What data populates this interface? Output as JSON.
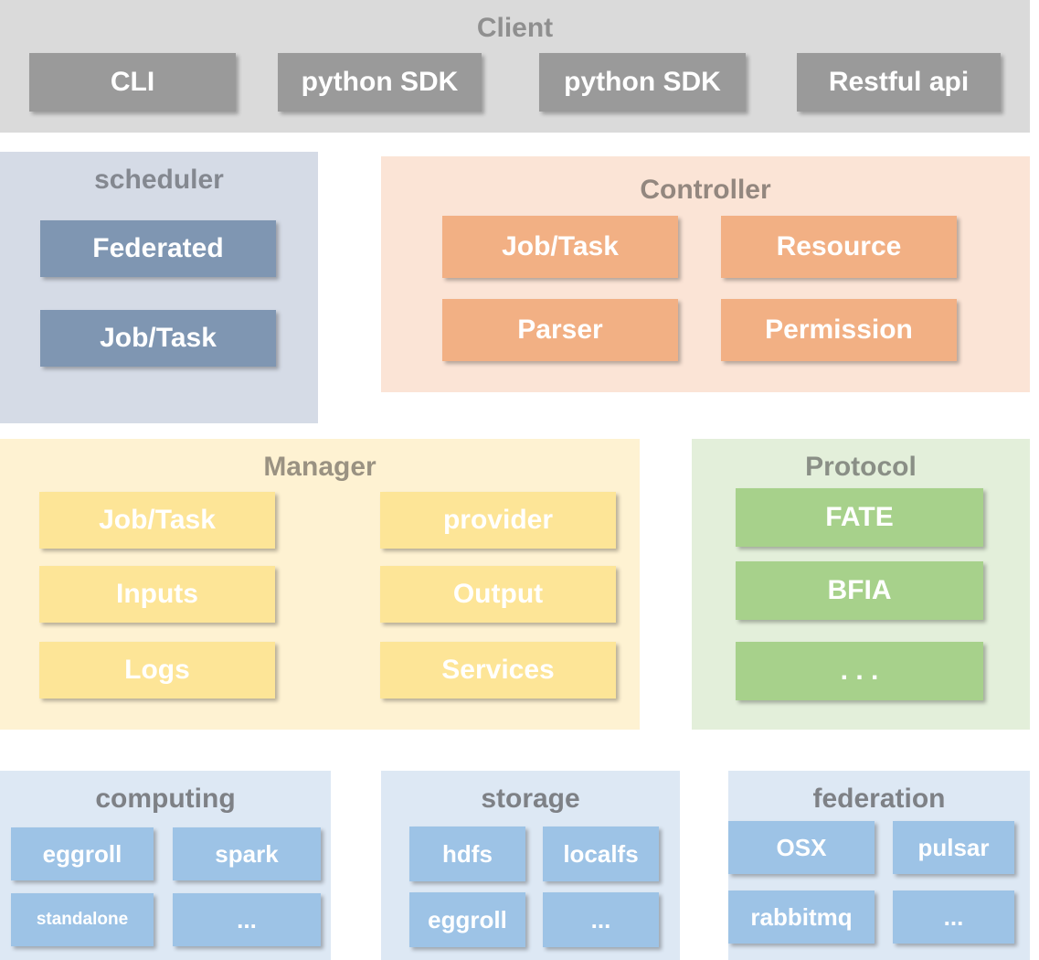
{
  "client": {
    "title": "Client",
    "items": [
      "CLI",
      "python SDK",
      "python SDK",
      "Restful api"
    ]
  },
  "scheduler": {
    "title": "scheduler",
    "items": [
      "Federated",
      "Job/Task"
    ]
  },
  "controller": {
    "title": "Controller",
    "items": [
      "Job/Task",
      "Resource",
      "Parser",
      "Permission"
    ]
  },
  "manager": {
    "title": "Manager",
    "items": [
      "Job/Task",
      "provider",
      "Inputs",
      "Output",
      "Logs",
      "Services"
    ]
  },
  "protocol": {
    "title": "Protocol",
    "items": [
      "FATE",
      "BFIA",
      ". . ."
    ]
  },
  "computing": {
    "title": "computing",
    "items": [
      "eggroll",
      "spark",
      "standalone",
      "..."
    ]
  },
  "storage": {
    "title": "storage",
    "items": [
      "hdfs",
      "localfs",
      "eggroll",
      "..."
    ]
  },
  "federation": {
    "title": "federation",
    "items": [
      "OSX",
      "pulsar",
      "rabbitmq",
      "..."
    ]
  }
}
